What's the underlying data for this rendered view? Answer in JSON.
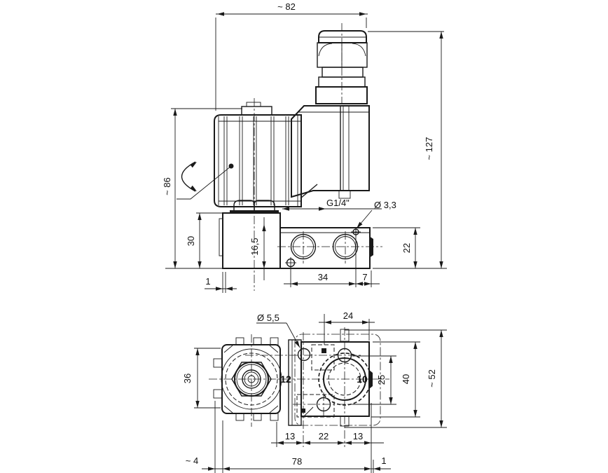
{
  "colors": {
    "ink": "#1a1a1a",
    "paper": "#ffffff"
  },
  "drawing": {
    "side_view": {
      "dims": {
        "overall_width": "~ 82",
        "overall_height": "~ 127",
        "coil_height": "~ 86",
        "block_height": "30",
        "port_depth": "16,5",
        "base_offset": "1",
        "port_spacing": "34",
        "hole_to_edge": "7",
        "body_height": "22"
      },
      "callouts": {
        "thread": "G1/4\"",
        "small_hole": "Ø 3,3"
      }
    },
    "bottom_view": {
      "dims": {
        "hole_pitch_top": "24",
        "coil_width": "36",
        "hole_pitch_side": "25",
        "body_width": "40",
        "overall_depth": "~ 52",
        "seg_left": "13",
        "seg_mid": "22",
        "seg_right": "13",
        "coil_overhang": "~ 4",
        "overall_length": "78",
        "edge_offset": "1"
      },
      "callouts": {
        "mount_hole": "Ø 5,5",
        "port_left": "12",
        "port_right": "10"
      }
    }
  }
}
